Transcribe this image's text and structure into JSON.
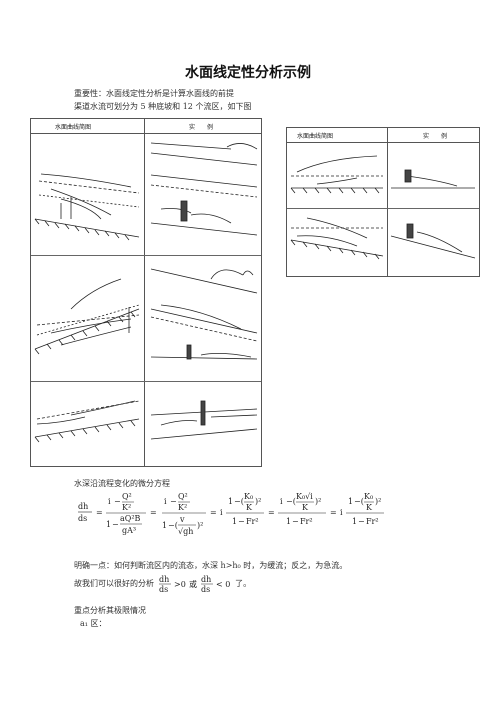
{
  "title": "水面线定性分析示例",
  "intro": [
    "重要性：水面线定性分析是计算水面线的前提",
    "渠道水流可划分为 5 种底坡和 12 个流区，如下图"
  ],
  "figure_left": {
    "header_left": "水面曲线简图",
    "header_right": "实　　例"
  },
  "figure_right": {
    "header_left": "水面曲线简图",
    "header_right": "实　　例"
  },
  "equation_intro": "水深沿流程变化的微分方程",
  "equation": {
    "dh": "dh",
    "ds": "ds",
    "i": "i",
    "Q2": "Q²",
    "K2": "K²",
    "one": "1",
    "aQ2B": "aQ²B",
    "gA3": "gA³",
    "v": "v",
    "sqrt_gh": "√gh",
    "K0": "K₀",
    "K": "K",
    "Fr2": "Fr²",
    "K0_sqrt_i": "K₀√i"
  },
  "explain1": "明确一点：如何判断流区内的流态，水深 h>h₀ 时，为缓流；反之，为急流。",
  "explain2_prefix": "故我们可以很好的分析",
  "explain2_mid": "或",
  "explain2_suffix": "了。",
  "section": "重点分析其极限情况",
  "zone": "a₁ 区："
}
